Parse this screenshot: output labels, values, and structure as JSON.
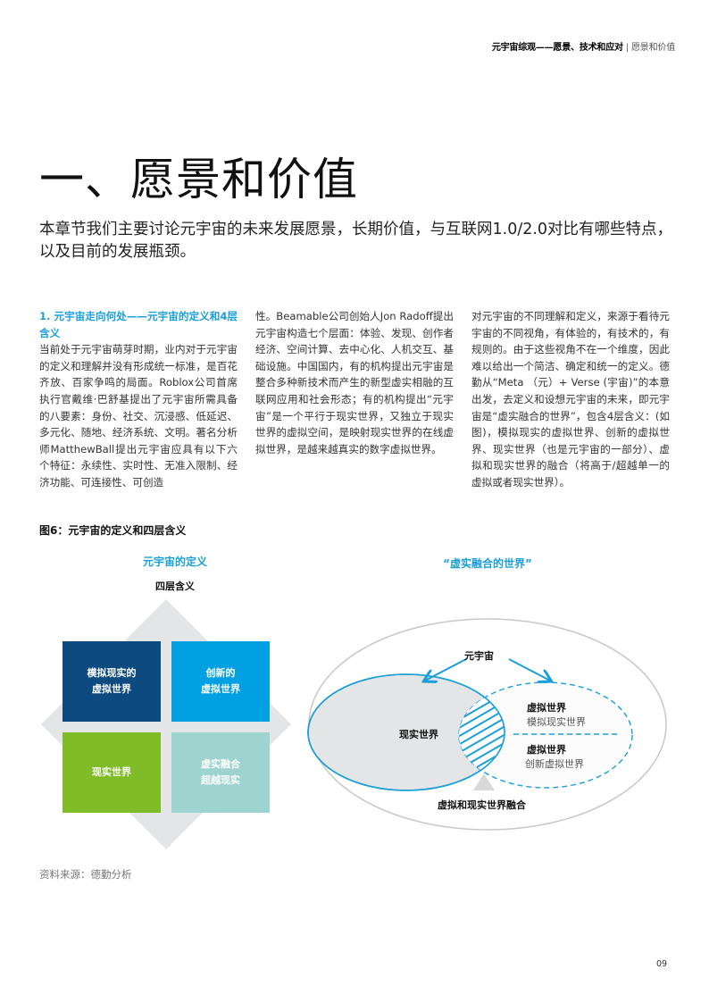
{
  "header": {
    "report_title": "元宇宙综观——愿景、技术和应对",
    "separator": "|",
    "section": "愿景和价值"
  },
  "page_title": "一、愿景和价值",
  "intro": "本章节我们主要讨论元宇宙的未来发展愿景，长期价值，与互联网1.0/2.0对比有哪些特点，以及目前的发展瓶颈。",
  "columns": {
    "col1_heading": "1. 元宇宙走向何处——元宇宙的定义和4层含义",
    "col1_text": "当前处于元宇宙萌芽时期，业内对于元宇宙的定义和理解并没有形成统一标准，是百花齐放、百家争鸣的局面。Roblox公司首席执行官戴维·巴舒基提出了元宇宙所需具备的八要素：身份、社交、沉浸感、低延迟、多元化、随地、经济系统、文明。著名分析师MatthewBall提出元宇宙应具有以下六个特征：永续性、实时性、无准入限制、经济功能、可连接性、可创造",
    "col2_text": "性。Beamable公司创始人Jon Radoff提出元宇宙构造七个层面：体验、发现、创作者经济、空间计算、去中心化、人机交互、基础设施。中国国内，有的机构提出元宇宙是整合多种新技术而产生的新型虚实相融的互联网应用和社会形态；有的机构提出“元宇宙”是一个平行于现实世界，又独立于现实世界的虚拟空间，是映射现实世界的在线虚拟世界，是越来越真实的数字虚拟世界。",
    "col3_text": "对元宇宙的不同理解和定义，来源于看待元宇宙的不同视角，有体验的，有技术的，有规则的。由于这些视角不在一个维度，因此难以给出一个简洁、确定和统一的定义。德勤从“Meta （元）+ Verse (宇宙)”的本意出发，去定义和设想元宇宙的未来，即元宇宙是“虚实融合的世界”，包含4层含义：(如图)，模拟现实的虚拟世界、创新的虚拟世界、现实世界（也是元宇宙的一部分）、虚拟和现实世界的融合（将高于/超越单一的虚拟或者现实世界）。"
  },
  "figure": {
    "caption": "图6：元宇宙的定义和四层含义",
    "left": {
      "title": "元宇宙的定义",
      "subtitle": "四层含义",
      "quadrants": [
        {
          "line1": "模拟现实的",
          "line2": "虚拟世界",
          "color": "#0d4a80"
        },
        {
          "line1": "创新的",
          "line2": "虚拟世界",
          "color": "#00a0e2"
        },
        {
          "line1": "现实世界",
          "line2": "",
          "color": "#80bc28"
        },
        {
          "line1": "虚实融合",
          "line2": "超越现实",
          "color": "#9dd4cf"
        }
      ]
    },
    "right": {
      "title": "“虚实融合的世界”",
      "metaverse": "元宇宙",
      "real_world": "现实世界",
      "virtual_1_title": "虚拟世界",
      "virtual_1_sub": "模拟现实世界",
      "virtual_2_title": "虚拟世界",
      "virtual_2_sub": "创新虚拟世界",
      "fusion": "虚拟和现实世界融合"
    },
    "accent_color": "#1a9fd9"
  },
  "source": "资料来源：德勤分析",
  "page_number": "09"
}
